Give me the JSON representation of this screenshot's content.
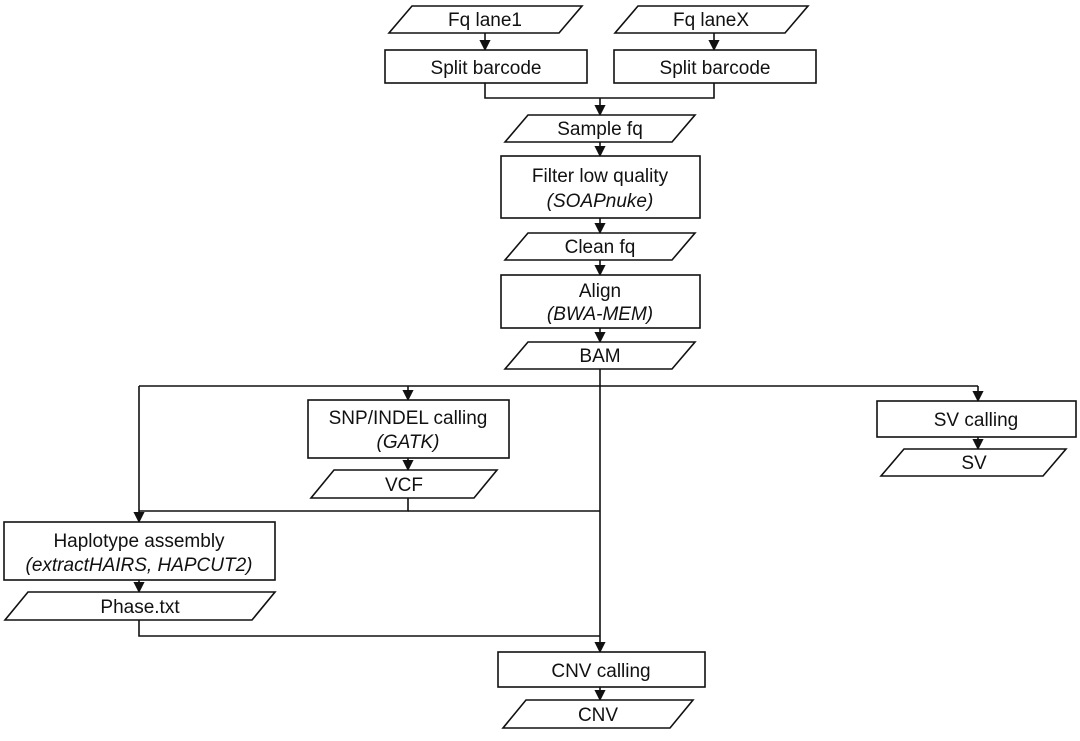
{
  "nodes": {
    "fq_lane1": {
      "label": "Fq lane1"
    },
    "fq_lanex": {
      "label": "Fq laneX"
    },
    "split_barcode_1": {
      "label": "Split barcode"
    },
    "split_barcode_x": {
      "label": "Split barcode"
    },
    "sample_fq": {
      "label": "Sample fq"
    },
    "filter": {
      "label": "Filter low quality",
      "tool": "(SOAPnuke)"
    },
    "clean_fq": {
      "label": "Clean fq"
    },
    "align": {
      "label": "Align",
      "tool": "(BWA-MEM)"
    },
    "bam": {
      "label": "BAM"
    },
    "snp_calling": {
      "label": "SNP/INDEL calling",
      "tool": "(GATK)"
    },
    "vcf": {
      "label": "VCF"
    },
    "sv_calling": {
      "label": "SV calling"
    },
    "sv": {
      "label": "SV"
    },
    "haplotype": {
      "label": "Haplotype assembly",
      "tool": "(extractHAIRS, HAPCUT2)"
    },
    "phase": {
      "label": "Phase.txt"
    },
    "cnv_calling": {
      "label": "CNV calling"
    },
    "cnv": {
      "label": "CNV"
    }
  }
}
